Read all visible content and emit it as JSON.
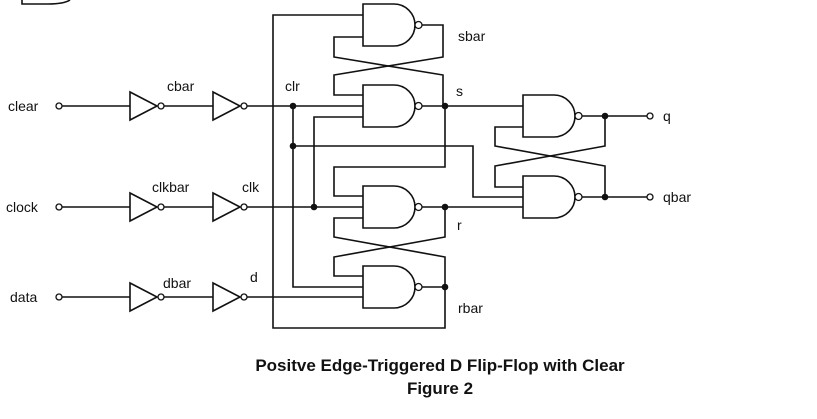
{
  "inputs": {
    "clear": "clear",
    "clock": "clock",
    "data": "data"
  },
  "signals": {
    "cbar": "cbar",
    "clr": "clr",
    "clkbar": "clkbar",
    "clk": "clk",
    "dbar": "dbar",
    "d": "d",
    "sbar": "sbar",
    "s": "s",
    "r": "r",
    "rbar": "rbar"
  },
  "outputs": {
    "q": "q",
    "qbar": "qbar"
  },
  "caption": {
    "title": "Positve Edge-Triggered D Flip-Flop with Clear",
    "figure": "Figure 2"
  }
}
